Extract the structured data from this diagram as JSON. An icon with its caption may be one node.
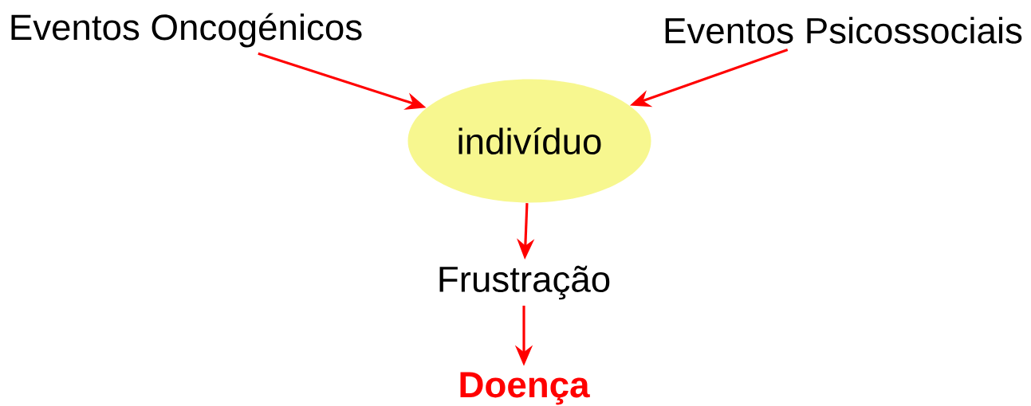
{
  "diagram": {
    "nodes": [
      {
        "text": [
          "Eventos Oncogénicos"
        ]
      },
      {
        "text": [
          "Eventos Psicossociais"
        ]
      },
      {
        "text": [
          "indivíduo"
        ]
      },
      {
        "text": [
          "Frustração"
        ]
      },
      {
        "text": [
          "Doença"
        ]
      }
    ],
    "edges": [
      {
        "from": 0,
        "to": 2,
        "arrow": "to"
      },
      {
        "from": 1,
        "to": 2,
        "arrow": "to"
      },
      {
        "from": 2,
        "to": 3,
        "arrow": "to"
      },
      {
        "from": 3,
        "to": 4,
        "arrow": "to"
      }
    ]
  }
}
